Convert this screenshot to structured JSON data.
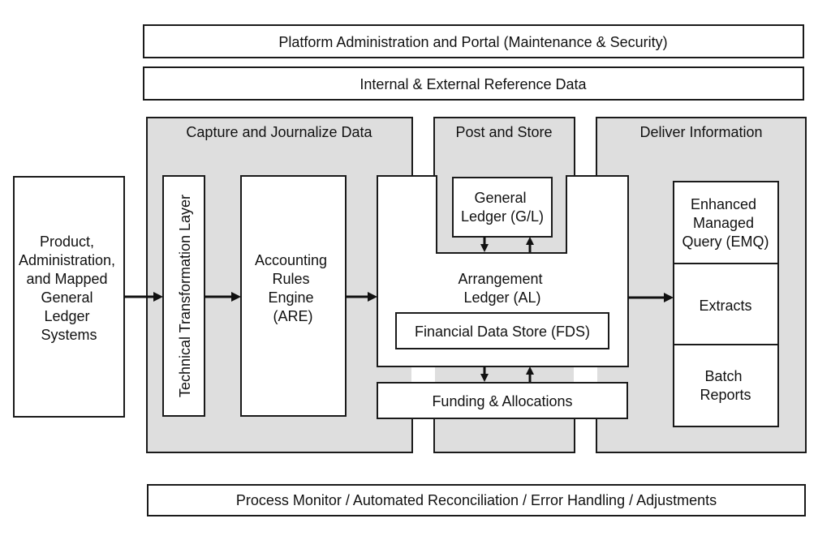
{
  "bars": {
    "platform": "Platform Administration and Portal (Maintenance & Security)",
    "reference": "Internal & External Reference Data",
    "monitor": "Process Monitor / Automated Reconciliation / Error Handling / Adjustments"
  },
  "sections": {
    "capture": "Capture and Journalize Data",
    "post": "Post and Store",
    "deliver": "Deliver Information"
  },
  "source_systems": [
    "Product,",
    "Administration,",
    "and Mapped",
    "General",
    "Ledger",
    "Systems"
  ],
  "ttl": "Technical Transformation Layer",
  "are": [
    "Accounting",
    "Rules",
    "Engine",
    "(ARE)"
  ],
  "gl": [
    "General",
    "Ledger (G/L)"
  ],
  "al": [
    "Arrangement",
    "Ledger (AL)"
  ],
  "fds": "Financial Data Store (FDS)",
  "funding": "Funding & Allocations",
  "outputs": {
    "emq": [
      "Enhanced",
      "Managed",
      "Query (EMQ)"
    ],
    "extracts": "Extracts",
    "batch": [
      "Batch",
      "Reports"
    ]
  }
}
